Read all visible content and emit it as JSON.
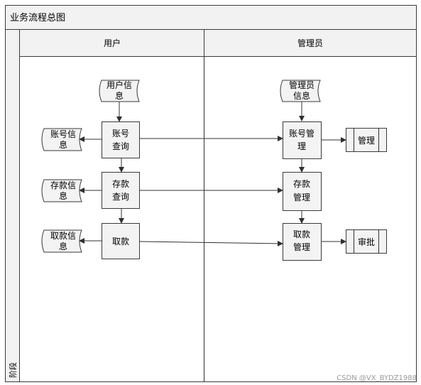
{
  "diagram": {
    "title": "业务流程总图",
    "phase_label": "阶段",
    "lanes": [
      {
        "label": "用户"
      },
      {
        "label": "管理员"
      }
    ],
    "nodes": {
      "user_info": [
        "用户信",
        "息"
      ],
      "account_query": [
        "账号",
        "查询"
      ],
      "deposit_query": [
        "存款",
        "查询"
      ],
      "withdraw": [
        "取款"
      ],
      "account_info": [
        "账号信",
        "息"
      ],
      "deposit_info": [
        "存款信",
        "息"
      ],
      "withdraw_info": [
        "取款信",
        "息"
      ],
      "admin_info": [
        "管理员",
        "信息"
      ],
      "account_manage": [
        "账号管",
        "理"
      ],
      "deposit_manage": [
        "存款",
        "管理"
      ],
      "withdraw_manage": [
        "取款",
        "管理"
      ],
      "manage": [
        "管理"
      ],
      "approve": [
        "审批"
      ]
    }
  },
  "watermark": "CSDN @VX_BYDZ1988"
}
